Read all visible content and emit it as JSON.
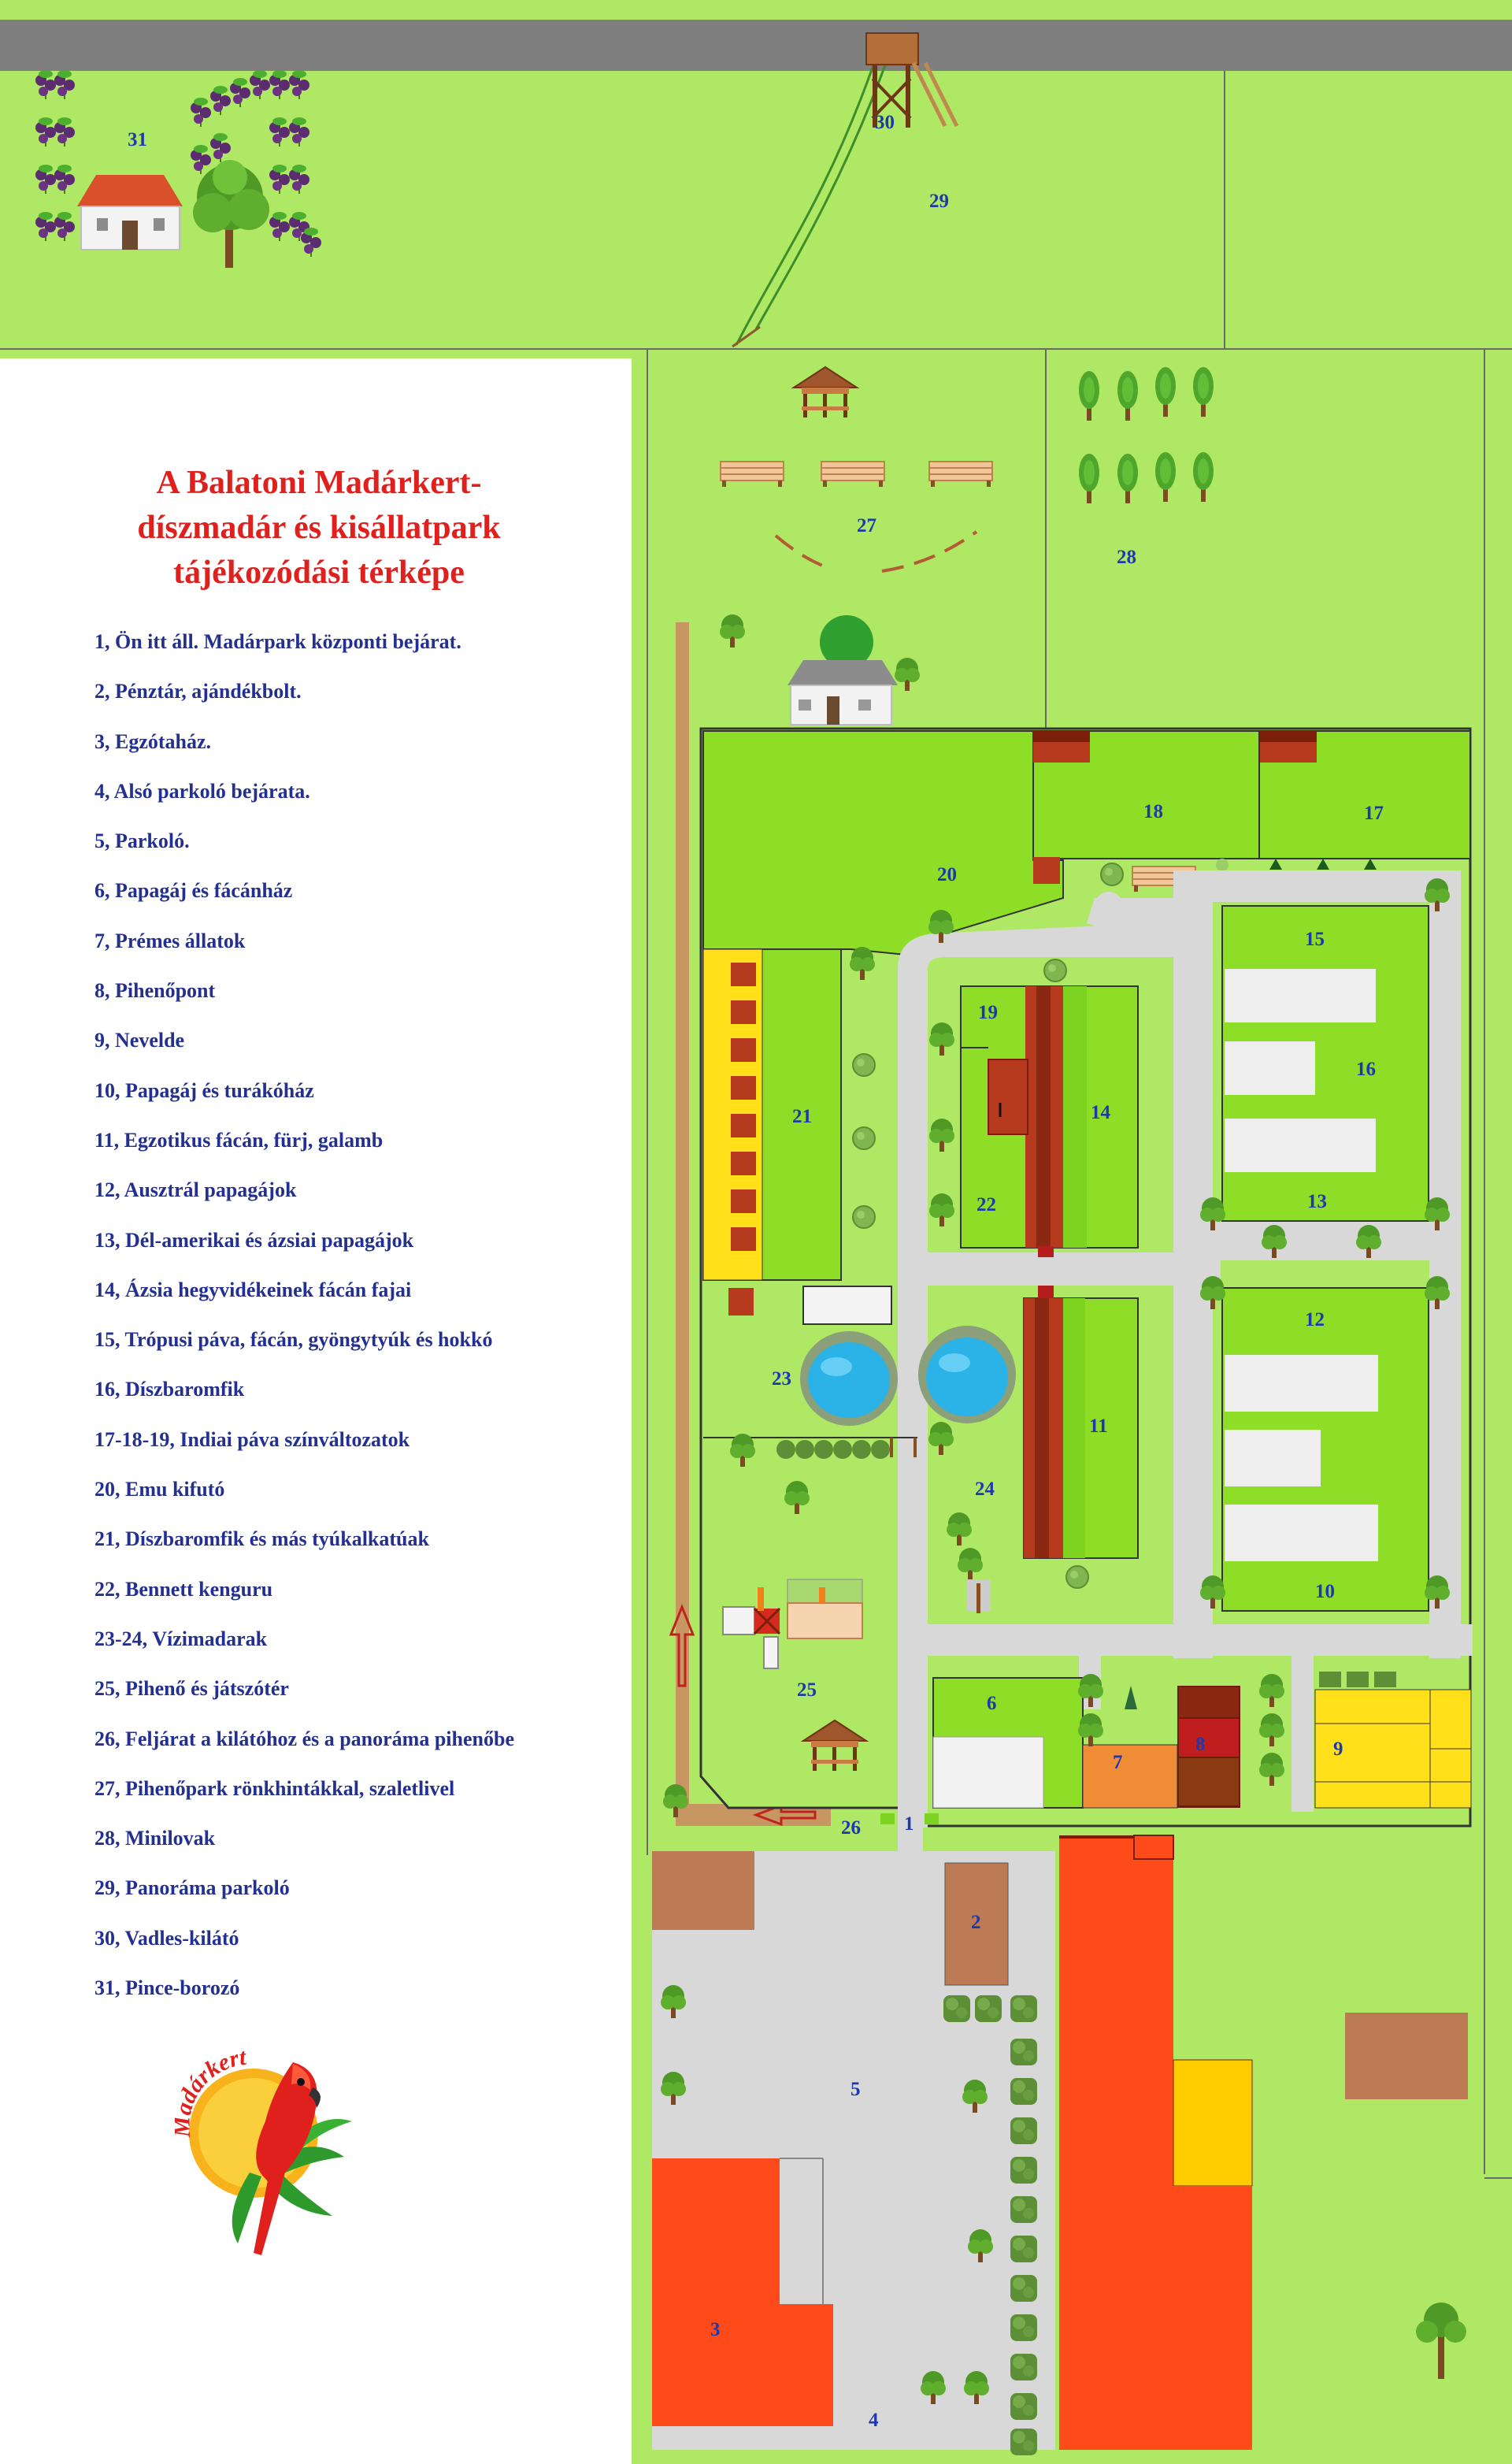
{
  "title": {
    "lines": [
      "A Balatoni Madárkert-",
      "díszmadár és kisállatpark",
      "tájékozódási térképe"
    ]
  },
  "legend": [
    "1, Ön itt áll. Madárpark központi bejárat.",
    "2, Pénztár, ajándékbolt.",
    "3, Egzótaház.",
    "4, Alsó parkoló bejárata.",
    "5, Parkoló.",
    "6, Papagáj és fácánház",
    "7, Prémes állatok",
    "8, Pihenőpont",
    "9, Nevelde",
    "10, Papagáj és turákóház",
    "11, Egzotikus fácán, fürj, galamb",
    "12, Ausztrál papagájok",
    "13, Dél-amerikai és ázsiai papagájok",
    "14, Ázsia hegyvidékeinek fácán fajai",
    "15, Trópusi páva, fácán, gyöngytyúk és hokkó",
    "16, Díszbaromfik",
    "17-18-19, Indiai páva színváltozatok",
    "20, Emu kifutó",
    "21, Díszbaromfik és más tyúkalkatúak",
    "22, Bennett kenguru",
    "23-24, Vízimadarak",
    "25, Pihenő és játszótér",
    "26, Feljárat a kilátóhoz és a panoráma pihenőbe",
    "27, Pihenőpark rönkhintákkal, szaletlivel",
    "28, Minilovak",
    "29, Panoráma parkoló",
    "30, Vadles-kilátó",
    "31, Pince-borozó"
  ],
  "logo": {
    "text": "Madárkert"
  },
  "map_labels": {
    "n1": "1",
    "n2": "2",
    "n3": "3",
    "n4": "4",
    "n5": "5",
    "n6": "6",
    "n7": "7",
    "n8": "8",
    "n9": "9",
    "n10": "10",
    "n11": "11",
    "n12": "12",
    "n13": "13",
    "n14": "14",
    "n15": "15",
    "n16": "16",
    "n17": "17",
    "n18": "18",
    "n19": "19",
    "n20": "20",
    "n21": "21",
    "n22": "22",
    "n23": "23",
    "n24": "24",
    "n25": "25",
    "n26": "26",
    "n27": "27",
    "n28": "28",
    "n29": "29",
    "n30": "30",
    "n31": "31"
  },
  "colors": {
    "grass": "#aee864",
    "enclosure": "#8ede28",
    "path": "#d8d8d8",
    "building_red": "#ff4a1a",
    "building_brown": "#bc7a55",
    "water": "#2bb3e8",
    "label_blue": "#1f3aa8",
    "title_red": "#e0201c",
    "legend_blue": "#23308f"
  }
}
